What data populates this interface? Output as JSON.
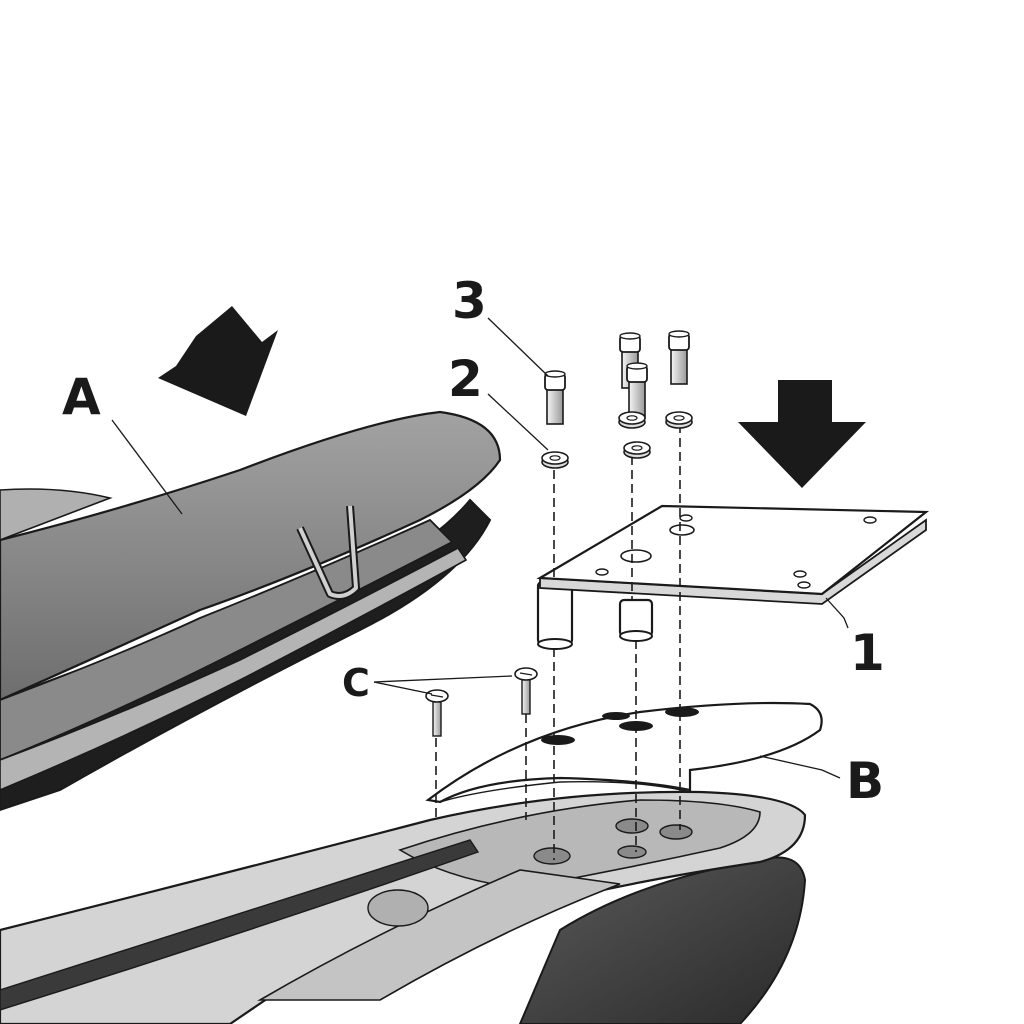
{
  "callouts": {
    "seat": "A",
    "fairing": "B",
    "screws": "C",
    "plate": "1",
    "washer": "2",
    "bolt": "3"
  },
  "icons": {
    "down_arrow": "down-arrow-icon"
  },
  "colors": {
    "ink": "#1a1a1a",
    "seat_fill": "#8e8e8e",
    "plate_fill": "#ffffff",
    "fairing_fill": "#c9c9c9",
    "tail_dark": "#3a3a3a"
  }
}
